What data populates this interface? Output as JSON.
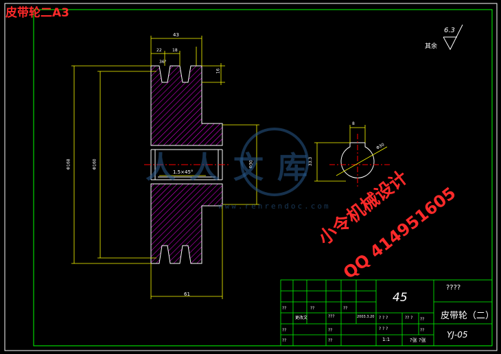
{
  "header": {
    "title": "皮带轮二A3"
  },
  "roughness": {
    "label": "其余",
    "value": "6.3"
  },
  "dimensions": {
    "width_top": "43",
    "groove_pitch_a": "22",
    "groove_pitch_b": "18",
    "groove_angle": "36°",
    "groove_depth": "16",
    "outer_diameter": "Φ168",
    "pitch_diameter": "Φ160",
    "bore_diameter": "Φ30",
    "chamfer": "1.5×45°",
    "hub_width": "61",
    "key_width": "8",
    "key_depth": "33.3",
    "bore_detail": "Φ30"
  },
  "watermark": {
    "line1": "小令机械设计",
    "line2": "QQ 414951605",
    "logo_text": "人人文库",
    "url": "www.renrendoc.com"
  },
  "title_block": {
    "material": "45",
    "part_name": "皮带轮（二）",
    "drawing_no": "YJ-05",
    "company": "????",
    "scale": "1:1",
    "sheet": "?张 ?张",
    "labels": [
      "??",
      "??",
      "??",
      "??",
      "??",
      "??",
      "??",
      "??"
    ],
    "small_a": "??",
    "small_b": "更改文",
    "small_c": "???",
    "small_d": "2003.3.20",
    "small_e": "? ? ?",
    "small_f": "?? ?",
    "small_g": "? ? ?"
  },
  "colors": {
    "outline": "#ffffff",
    "dimension": "#ffff00",
    "frame": "#00ff00",
    "hatch": "#ff00ff",
    "centerline": "#ff0000",
    "watermark": "#ff2a2a"
  }
}
